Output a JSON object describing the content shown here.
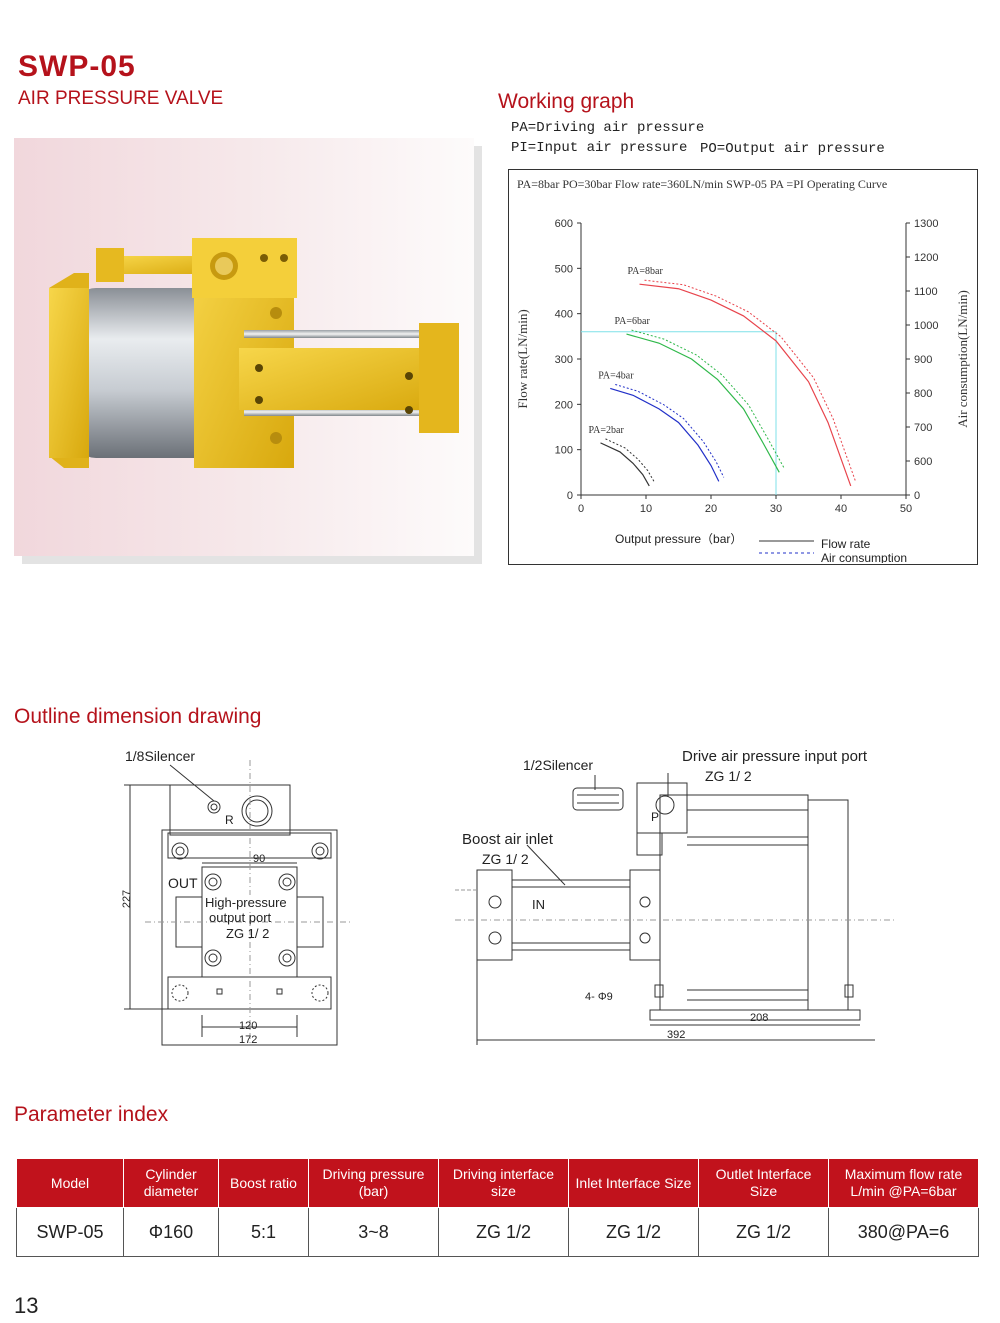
{
  "header": {
    "model": "SWP-05",
    "subtitle": "AIR PRESSURE VALVE"
  },
  "working_graph": {
    "title": "Working graph",
    "legend_lines": [
      "PA=Driving air pressure",
      "PI=Input air pressure",
      "PO=Output air pressure"
    ]
  },
  "chart_data": {
    "type": "line",
    "title": "PA=8bar PO=30bar  Flow rate=360LN/min  SWP-05 PA =PI Operating Curve",
    "xlabel": "Output pressure（bar）",
    "ylabel": "Flow rate(LN/min)",
    "y2label": "Air consumption(LN/min)",
    "xlim": [
      0,
      50
    ],
    "ylim": [
      0,
      600
    ],
    "x_ticks": [
      0,
      10,
      20,
      30,
      40,
      50
    ],
    "y_ticks": [
      0,
      100,
      200,
      300,
      400,
      500,
      600
    ],
    "y2_ticks": [
      0,
      600,
      700,
      800,
      900,
      1000,
      1100,
      1200,
      1300
    ],
    "legend": {
      "solid": "Flow rate",
      "dashed": "Air consumption"
    },
    "reference": {
      "x": 30,
      "y": 360
    },
    "series": [
      {
        "name": "PA=8bar",
        "color": "#e8444c",
        "x": [
          9,
          15,
          20,
          25,
          30,
          35,
          38,
          41.5
        ],
        "values": [
          465,
          455,
          430,
          395,
          340,
          250,
          160,
          20
        ]
      },
      {
        "name": "PA=6bar",
        "color": "#2fb84a",
        "x": [
          7,
          12,
          17,
          21,
          25,
          28,
          30.5
        ],
        "values": [
          355,
          335,
          300,
          255,
          190,
          115,
          50
        ]
      },
      {
        "name": "PA=4bar",
        "color": "#2230c8",
        "x": [
          4.5,
          8,
          12,
          15,
          18,
          20,
          21.2
        ],
        "values": [
          235,
          220,
          190,
          160,
          110,
          65,
          30
        ]
      },
      {
        "name": "PA=2bar",
        "color": "#333333",
        "x": [
          3,
          6,
          8,
          9.5,
          10.5
        ],
        "values": [
          115,
          95,
          70,
          45,
          20
        ]
      }
    ]
  },
  "outline": {
    "title": "Outline dimension drawing",
    "front": {
      "silencer": "1/8Silencer",
      "r": "R",
      "out": "OUT",
      "port_line1": "High-pressure",
      "port_line2": "output port",
      "port_thread": "ZG 1/ 2",
      "dim_90": "90",
      "dim_227": "227",
      "dim_120": "120",
      "dim_172": "172"
    },
    "side": {
      "silencer": "1/2Silencer",
      "drive_port": "Drive air pressure input port",
      "drive_thread": "ZG 1/ 2",
      "p": "P",
      "boost_inlet": "Boost air inlet",
      "boost_thread": "ZG 1/ 2",
      "in": "IN",
      "holes": "4- Φ9",
      "dim_208": "208",
      "dim_392": "392"
    }
  },
  "parameters": {
    "title": "Parameter index",
    "headers": [
      "Model",
      "Cylinder diameter",
      "Boost ratio",
      "Driving pressure (bar)",
      "Driving interface size",
      "Inlet Interface Size",
      "Outlet Interface Size",
      "Maximum flow rate L/min @PA=6bar"
    ],
    "row": [
      "SWP-05",
      "Φ160",
      "5:1",
      "3~8",
      "ZG 1/2",
      "ZG 1/2",
      "ZG 1/2",
      "380@PA=6"
    ]
  },
  "page_number": "13"
}
